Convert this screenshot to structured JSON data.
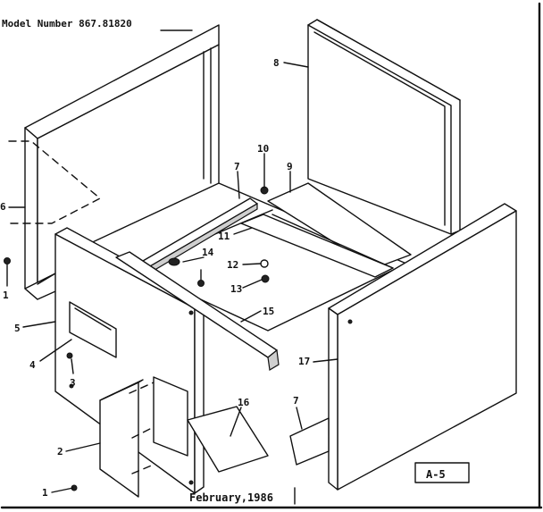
{
  "header": {
    "model_label": "Model Number 867.81820"
  },
  "footer": {
    "date": "February,1986",
    "page_ref": "A-5"
  },
  "callouts": {
    "c1a": "1",
    "c1b": "1",
    "c2": "2",
    "c3": "3",
    "c4": "4",
    "c5": "5",
    "c6": "6",
    "c7a": "7",
    "c7b": "7",
    "c8": "8",
    "c9": "9",
    "c10": "10",
    "c11": "11",
    "c12": "12",
    "c13": "13",
    "c14": "14",
    "c15": "15",
    "c16": "16",
    "c17": "17"
  }
}
